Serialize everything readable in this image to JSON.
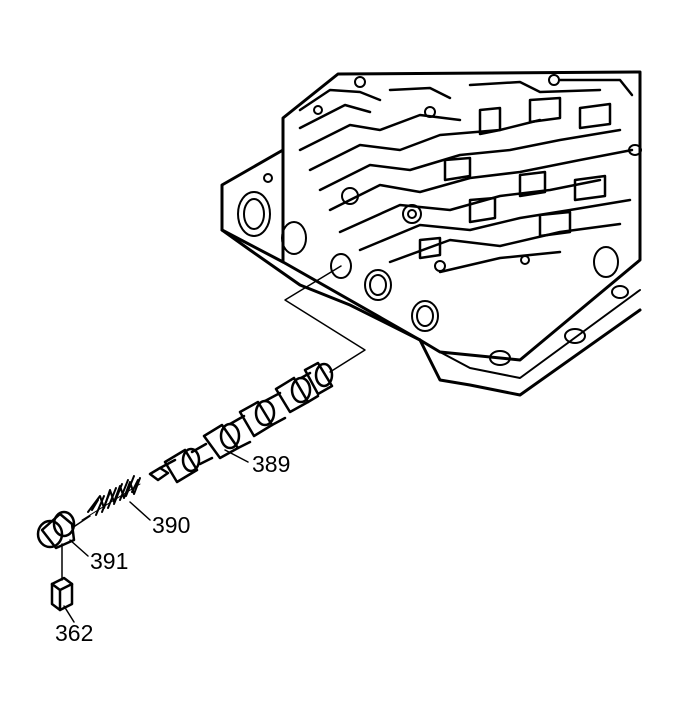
{
  "figure": {
    "line_color": "#000000",
    "background": "#ffffff",
    "callouts": {
      "valve": "389",
      "spring": "390",
      "plug": "391",
      "clip": "362"
    }
  }
}
